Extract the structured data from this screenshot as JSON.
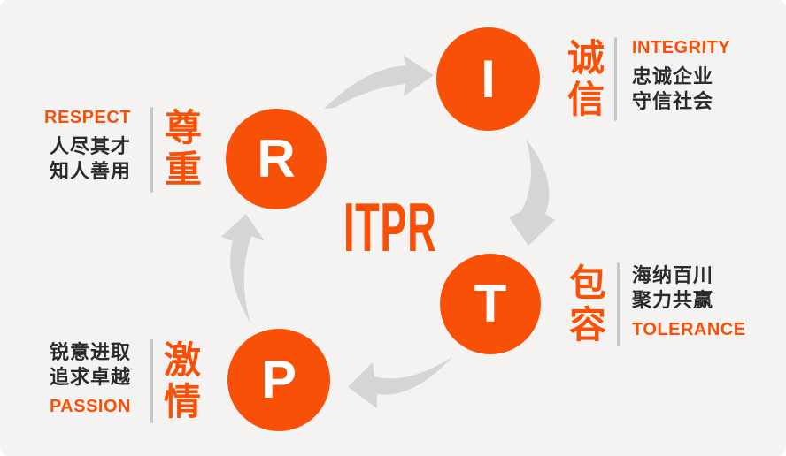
{
  "title": "ITPR",
  "colors": {
    "accent": "#F95008",
    "text_dark": "#2B2A29",
    "arrow_gray": "#D6D5D4",
    "divider_gray": "#C8C7C6",
    "background": "#F4F3F2",
    "circle_letter": "#FFFFFF"
  },
  "nodes": [
    {
      "id": "I",
      "letter": "I",
      "cn_label": "诚信",
      "en_label": "INTEGRITY",
      "desc_line1": "忠诚企业",
      "desc_line2": "守信社会"
    },
    {
      "id": "T",
      "letter": "T",
      "cn_label": "包容",
      "en_label": "TOLERANCE",
      "desc_line1": "海纳百川",
      "desc_line2": "聚力共赢"
    },
    {
      "id": "P",
      "letter": "P",
      "cn_label": "激情",
      "en_label": "PASSION",
      "desc_line1": "锐意进取",
      "desc_line2": "追求卓越"
    },
    {
      "id": "R",
      "letter": "R",
      "cn_label": "尊重",
      "en_label": "RESPECT",
      "desc_line1": "人尽其才",
      "desc_line2": "知人善用"
    }
  ]
}
